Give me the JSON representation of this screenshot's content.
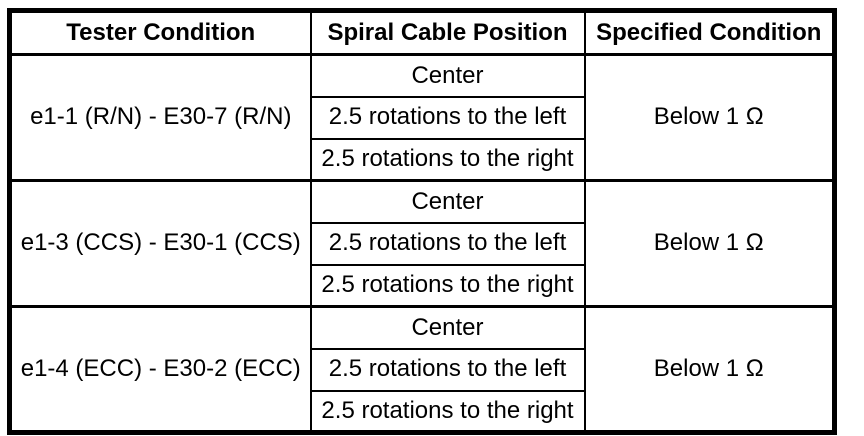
{
  "table": {
    "headers": {
      "tester_condition": "Tester Condition",
      "spiral_cable_position": "Spiral Cable Position",
      "specified_condition": "Specified Condition"
    },
    "groups": [
      {
        "tester_condition": "e1-1 (R/N) - E30-7 (R/N)",
        "positions": [
          "Center",
          "2.5 rotations to the left",
          "2.5 rotations to the right"
        ],
        "specified_condition": "Below 1 Ω"
      },
      {
        "tester_condition": "e1-3 (CCS) - E30-1 (CCS)",
        "positions": [
          "Center",
          "2.5 rotations to the left",
          "2.5 rotations to the right"
        ],
        "specified_condition": "Below 1 Ω"
      },
      {
        "tester_condition": "e1-4 (ECC) - E30-2 (ECC)",
        "positions": [
          "Center",
          "2.5 rotations to the left",
          "2.5 rotations to the right"
        ],
        "specified_condition": "Below 1 Ω"
      }
    ]
  },
  "colors": {
    "border": "#000000",
    "text": "#000000",
    "background": "#ffffff"
  }
}
